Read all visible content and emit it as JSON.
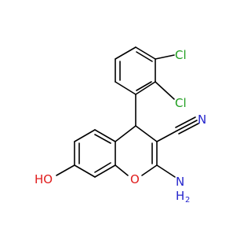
{
  "molecule": {
    "atoms": {
      "cl_top": "Cl",
      "cl_bottom": "Cl",
      "nitrile_n": "N",
      "hydroxyl": "HO",
      "ring_o": "O",
      "amino_n": "N",
      "amino_h2": "H",
      "amino_h_sub": "2"
    },
    "colors": {
      "bond": "#000000",
      "chlorine": "#1f9e1f",
      "nitrogen": "#2424cc",
      "oxygen": "#e01b1b"
    }
  }
}
